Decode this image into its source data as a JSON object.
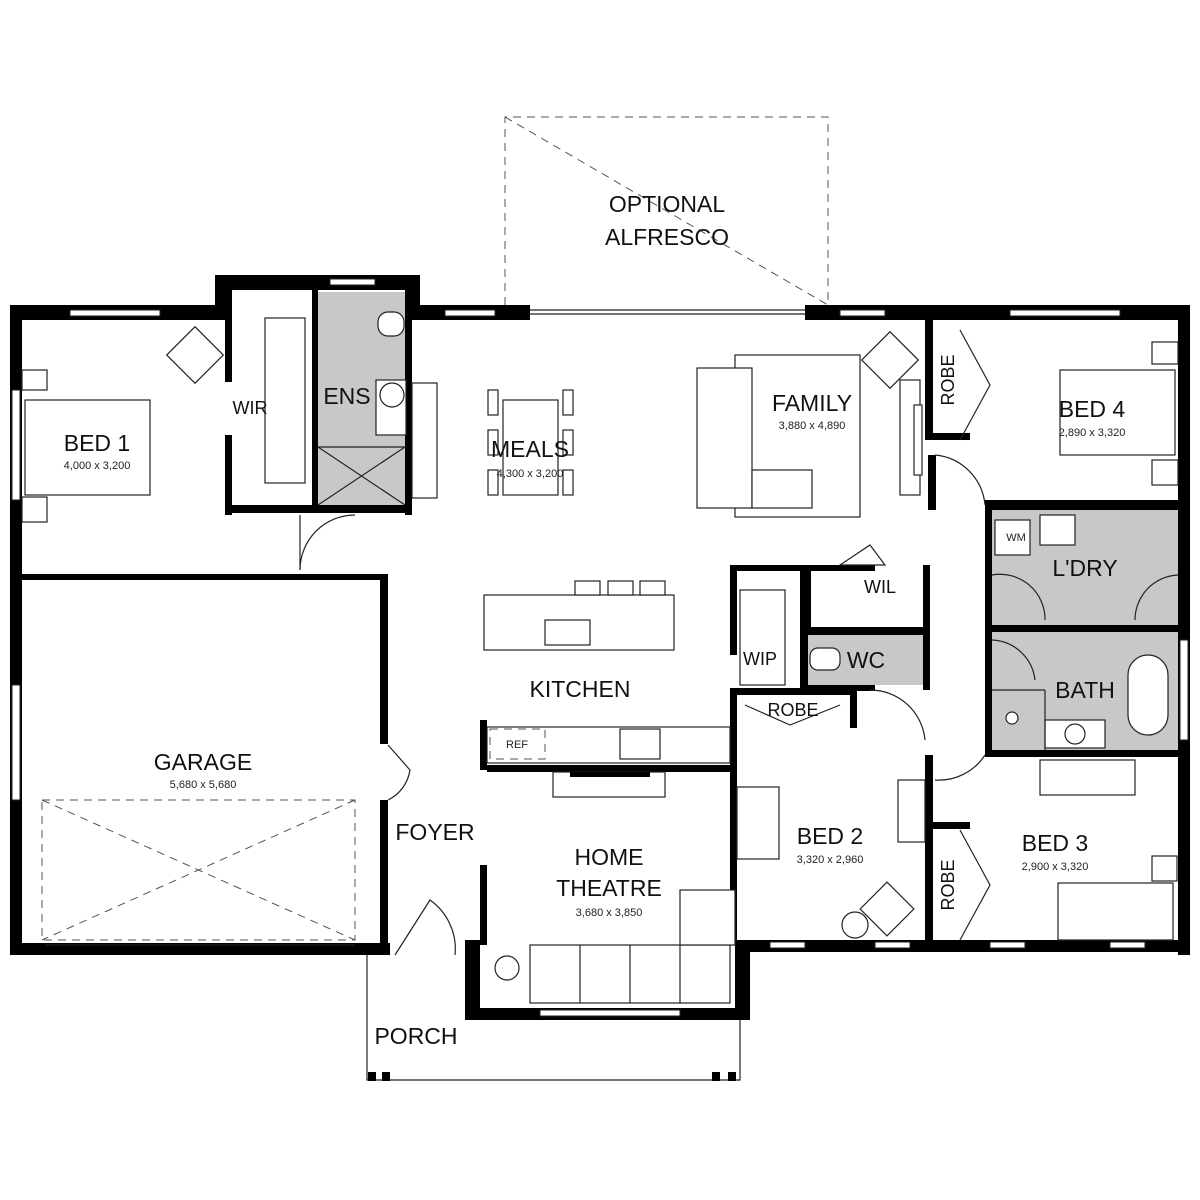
{
  "rooms": {
    "alfresco": {
      "line1": "OPTIONAL",
      "line2": "ALFRESCO"
    },
    "bed1": {
      "name": "BED 1",
      "size": "4,000 x 3,200"
    },
    "wir": {
      "name": "WIR"
    },
    "ens": {
      "name": "ENS"
    },
    "meals": {
      "name": "MEALS",
      "size": "4,300 x 3,200"
    },
    "family": {
      "name": "FAMILY",
      "size": "3,880 x 4,890"
    },
    "bed4": {
      "name": "BED 4",
      "size": "2,890 x 3,320"
    },
    "robe_bed4": {
      "name": "ROBE"
    },
    "laundry": {
      "name": "L'DRY",
      "appliance": "WM"
    },
    "wil": {
      "name": "WIL"
    },
    "wc": {
      "name": "WC"
    },
    "wip": {
      "name": "WIP"
    },
    "bath": {
      "name": "BATH"
    },
    "kitchen": {
      "name": "KITCHEN",
      "appliance": "REF"
    },
    "garage": {
      "name": "GARAGE",
      "size": "5,680 x 5,680"
    },
    "foyer": {
      "name": "FOYER"
    },
    "theatre": {
      "line1": "HOME",
      "line2": "THEATRE",
      "size": "3,680 x 3,850"
    },
    "bed2": {
      "name": "BED 2",
      "size": "3,320 x 2,960"
    },
    "robe_bed2": {
      "name": "ROBE"
    },
    "bed3": {
      "name": "BED 3",
      "size": "2,900 x 3,320"
    },
    "robe_bed3": {
      "name": "ROBE"
    },
    "porch": {
      "name": "PORCH"
    }
  },
  "colors": {
    "wall": "#000000",
    "wet_area": "#c8c8c8",
    "line": "#222222"
  }
}
